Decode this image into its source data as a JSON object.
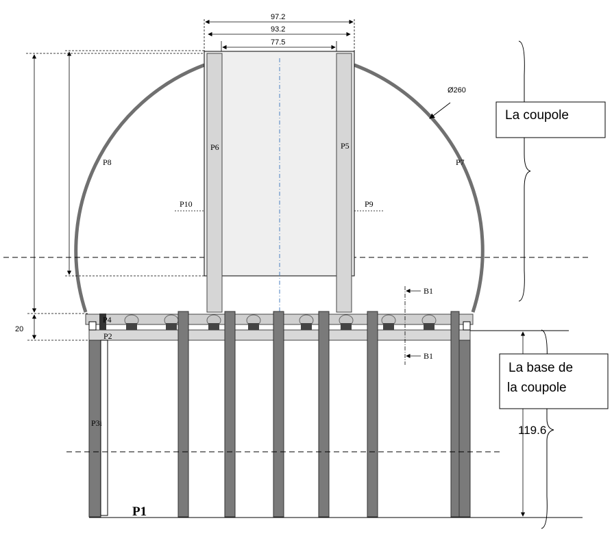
{
  "dimensions": {
    "top_outer": "97.2",
    "top_middle": "93.2",
    "top_inner": "77.5",
    "left_gap": "20",
    "base_height": "119.6",
    "diameter": "Ø260"
  },
  "labels": {
    "p1": "P1",
    "p2": "P2",
    "p3i": "P3i",
    "p4": "P4",
    "p5": "P5",
    "p6": "P6",
    "p7": "P7",
    "p8": "P8",
    "p9": "P9",
    "p10": "P10",
    "b1_top": "B1",
    "b1_bottom": "B1"
  },
  "boxes": {
    "dome_line1": "La coupole",
    "base_line1": "La base  de",
    "base_line2": "la coupole"
  },
  "colors": {
    "dome_arc": "#707070",
    "post_dark": "#7a7a7a",
    "panel_light": "#d6d6d6",
    "panel_fill": "#efefef"
  }
}
